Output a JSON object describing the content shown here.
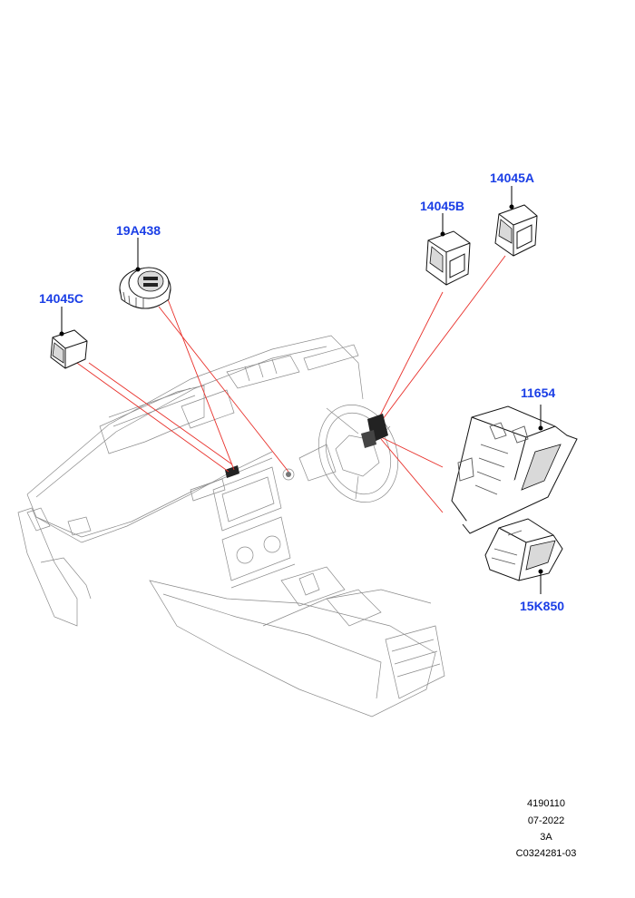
{
  "callouts": {
    "c14045A": "14045A",
    "c14045B": "14045B",
    "c19A438": "19A438",
    "c14045C": "14045C",
    "c11654": "11654",
    "c15K850": "15K850"
  },
  "footer": {
    "line1": "4190110",
    "line2": "07-2022",
    "line3": "3A",
    "line4": "C0324281-03"
  },
  "colors": {
    "callout_text": "#1a3ee6",
    "reference_lines": "#e8302a"
  }
}
